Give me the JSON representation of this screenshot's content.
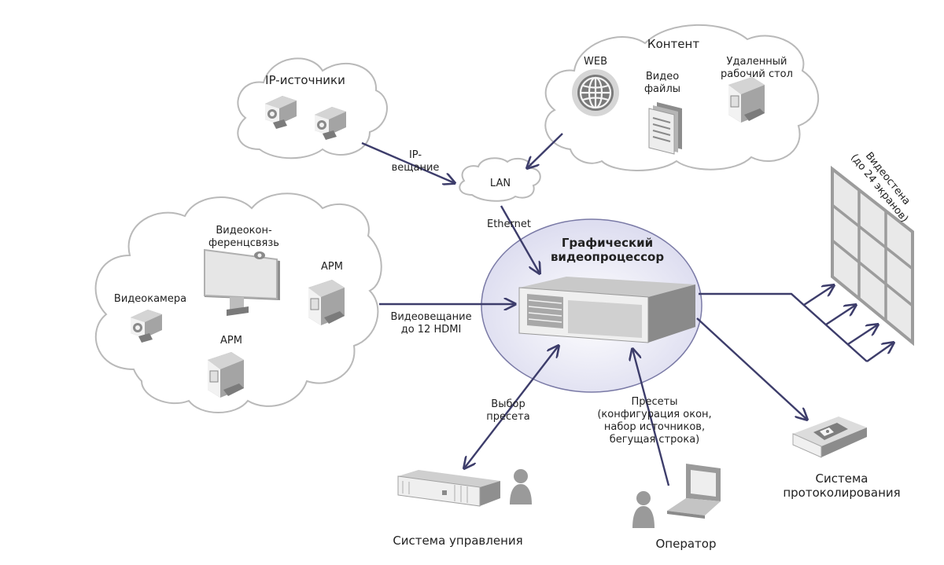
{
  "labels": {
    "ip_sources": "IP-источники",
    "ip_broadcast": [
      "IP-",
      "вещание"
    ],
    "content": "Контент",
    "web": "WEB",
    "video_files": [
      "Видео",
      "файлы"
    ],
    "remote_desktop": [
      "Удаленный",
      "рабочий стол"
    ],
    "lan": "LAN",
    "ethernet": "Ethernet",
    "graphics_processor": [
      "Графический",
      "видеопроцессор"
    ],
    "videowall": [
      "Видеостена",
      "(до 24 экранов)"
    ],
    "videoconference": [
      "Видеокон-",
      "ференцсвязь"
    ],
    "arm_top": "АРМ",
    "camera": "Видеокамера",
    "arm_bottom": "АРМ",
    "video_broadcast": [
      "Видеовещание",
      "до 12 HDMI"
    ],
    "preset_select": [
      "Выбор",
      "пресета"
    ],
    "presets": [
      "Пресеты",
      "(конфигурация окон,",
      "набор источников,",
      "бегущая строка)"
    ],
    "control_system": "Система управления",
    "operator": "Оператор",
    "logging_system": [
      "Система",
      "протоколирования"
    ]
  },
  "colors": {
    "arrow": "#3d3d6b",
    "cloud_stroke": "#b9b9b9",
    "ellipse_fill": "#e6e6f2",
    "ellipse_stroke": "#7a7aa6",
    "device_gray": "#a4a4a4"
  }
}
